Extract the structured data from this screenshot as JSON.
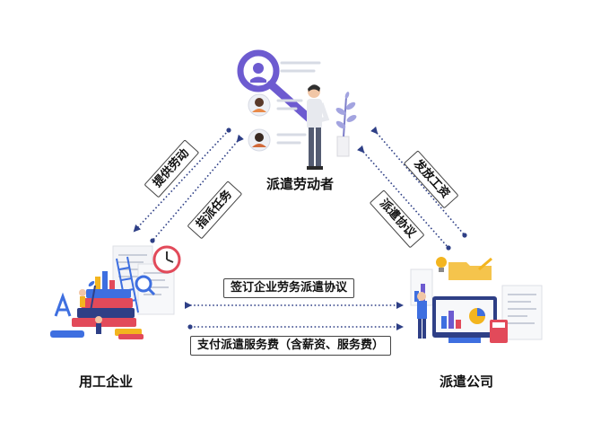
{
  "nodes": {
    "worker": {
      "label": "派遣劳动者"
    },
    "employer": {
      "label": "用工企业"
    },
    "agency": {
      "label": "派遣公司"
    }
  },
  "edges": {
    "provide_labor": "提供劳动",
    "assign_tasks": "指派任务",
    "pay_wages": "发放工资",
    "dispatch_agreement": "派遣协议",
    "sign_agreement": "签订企业劳务派遣协议",
    "pay_fees": "支付派遣服务费（含薪资、服务费）"
  },
  "colors": {
    "arrow": "#2e3f86",
    "accent_purple": "#6d5bd0",
    "accent_blue": "#3e6fe0",
    "accent_red": "#e24a5a",
    "accent_yellow": "#f3b51f"
  }
}
